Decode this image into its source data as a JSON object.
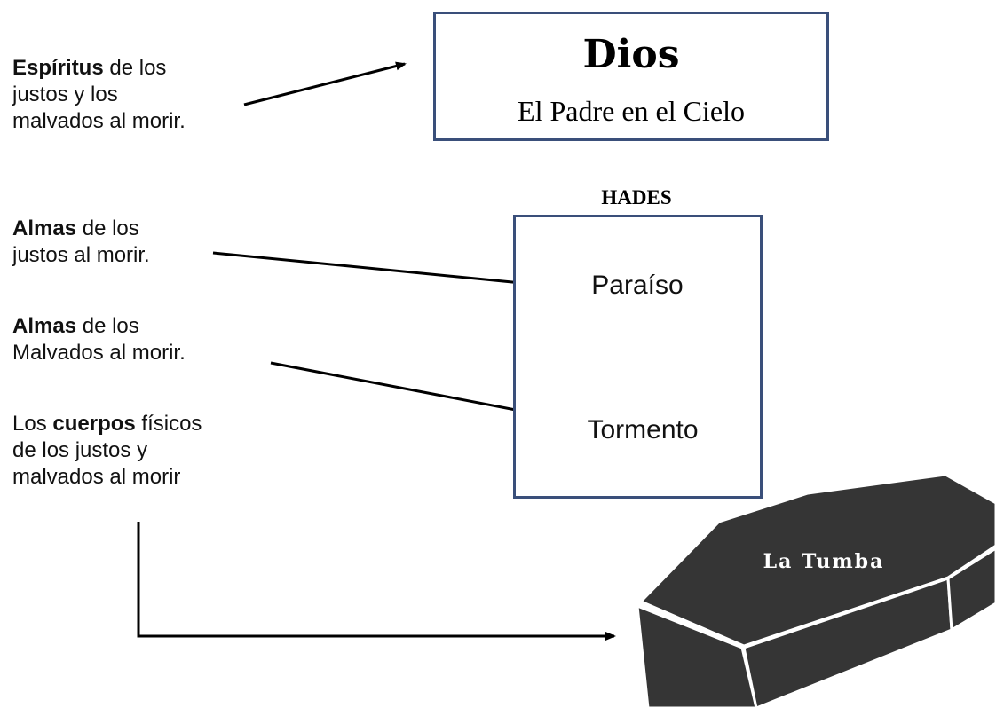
{
  "labels": {
    "espiritus": {
      "bold": "Espíritus",
      "rest": " de los",
      "line2": "justos y los",
      "line3": "malvados al morir."
    },
    "almas_justos": {
      "bold": "Almas",
      "rest": " de los",
      "line2": "justos al morir."
    },
    "almas_malvados": {
      "bold": "Almas",
      "rest": " de los",
      "line2": "Malvados al morir."
    },
    "cuerpos": {
      "pre": "Los ",
      "bold": "cuerpos",
      "rest": " físicos",
      "line2": "de los justos y",
      "line3": "malvados al morir"
    }
  },
  "dios": {
    "title": "Dios",
    "subtitle": "El Padre en el Cielo"
  },
  "hades": {
    "title": "HADES",
    "paraiso": "Paraíso",
    "tormento": "Tormento"
  },
  "tumba": {
    "label": "La Tumba"
  },
  "colors": {
    "box_border": "#3a4f7a",
    "divider": "#6b6b7a",
    "coffin": "#353535",
    "arrow": "#000000"
  }
}
